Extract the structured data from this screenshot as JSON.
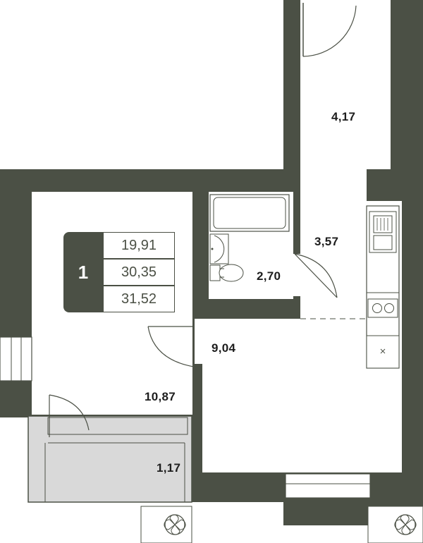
{
  "colors": {
    "wall": "#4b5045",
    "floor": "#ffffff",
    "balcony": "#d9d9d9",
    "line": "#4b5045"
  },
  "summary": {
    "rooms": "1",
    "living_area": "19,91",
    "total_area": "30,35",
    "total_with_balcony": "31,52"
  },
  "rooms": [
    {
      "id": "hallway",
      "area": "4,17"
    },
    {
      "id": "corridor",
      "area": "3,57"
    },
    {
      "id": "bathroom",
      "area": "2,70"
    },
    {
      "id": "kitchen",
      "area": "9,04"
    },
    {
      "id": "living-room",
      "area": "10,87"
    },
    {
      "id": "balcony",
      "area": "1,17"
    }
  ],
  "icons": [
    "bathtub-icon",
    "sink-icon",
    "toilet-icon",
    "kitchen-sink-icon",
    "stove-icon",
    "ventilation-fan-icon"
  ]
}
